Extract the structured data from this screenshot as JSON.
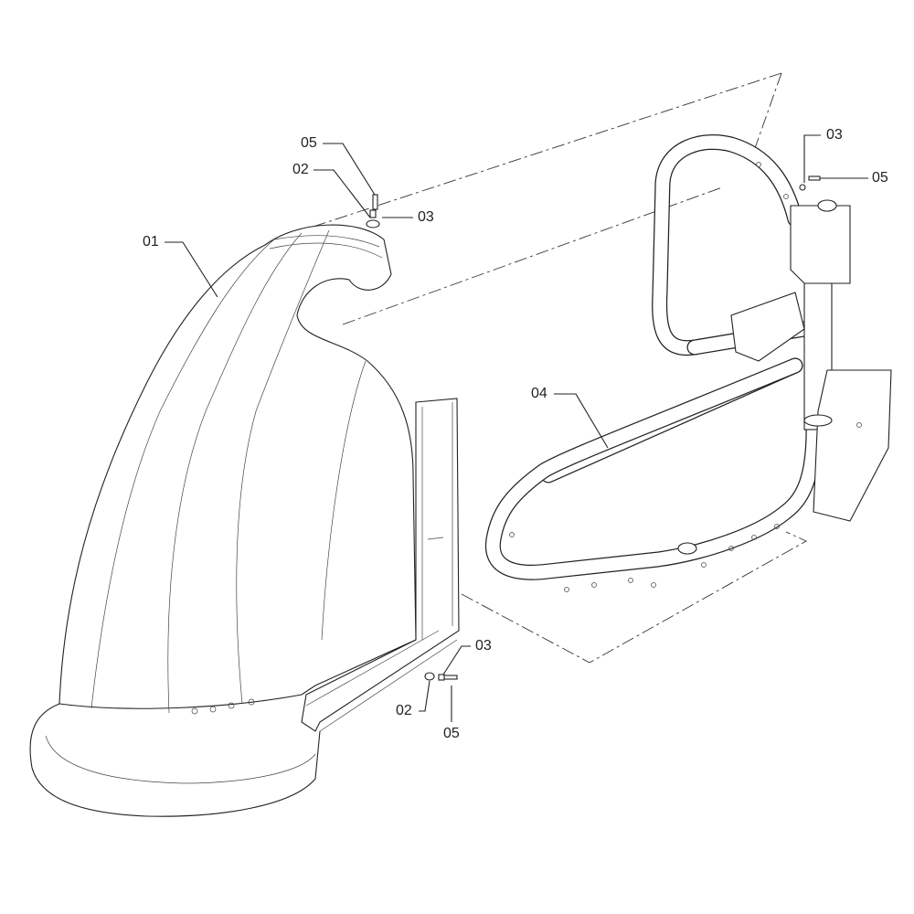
{
  "diagram": {
    "type": "exploded-parts-drawing",
    "callouts": [
      {
        "id": "top-left-05",
        "text": "05"
      },
      {
        "id": "top-left-02",
        "text": "02"
      },
      {
        "id": "top-left-03",
        "text": "03"
      },
      {
        "id": "fender-01",
        "text": "01"
      },
      {
        "id": "top-right-03",
        "text": "03"
      },
      {
        "id": "top-right-05",
        "text": "05"
      },
      {
        "id": "handle-04",
        "text": "04"
      },
      {
        "id": "bottom-03",
        "text": "03"
      },
      {
        "id": "bottom-02",
        "text": "02"
      },
      {
        "id": "bottom-05",
        "text": "05"
      }
    ]
  }
}
